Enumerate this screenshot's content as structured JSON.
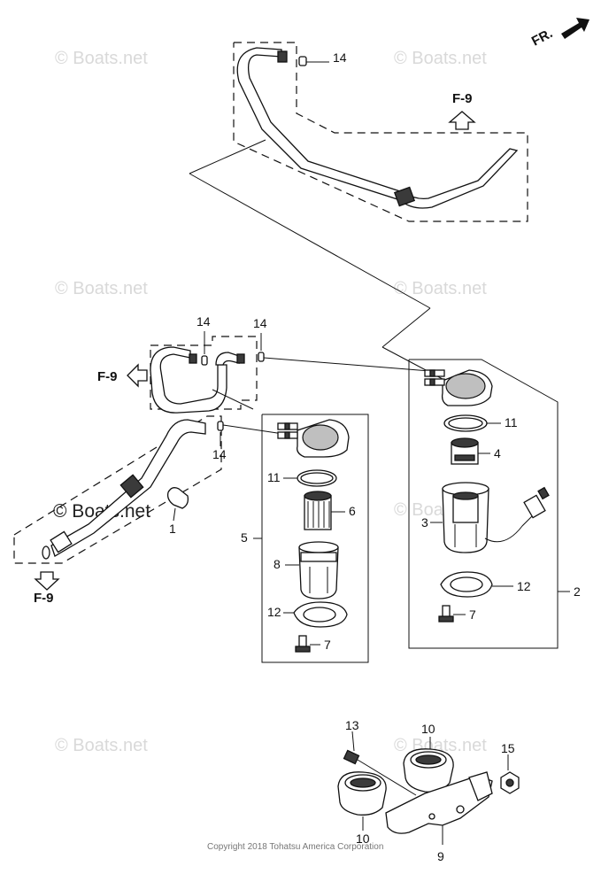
{
  "watermarks": [
    "© Boats.net",
    "© Boats.net",
    "© Boats.net",
    "© Boats.net",
    "© Boats.net",
    "© Boats.net",
    "© Boats.net",
    "© Boats.net"
  ],
  "front_marker": {
    "label": "FR."
  },
  "reference_arrows": [
    {
      "label": "F-9"
    },
    {
      "label": "F-9"
    },
    {
      "label": "F-9"
    }
  ],
  "callouts": {
    "c1": "1",
    "c2": "2",
    "c3": "3",
    "c4": "4",
    "c5": "5",
    "c6": "6",
    "c7a": "7",
    "c7b": "7",
    "c8": "8",
    "c9": "9",
    "c10a": "10",
    "c10b": "10",
    "c11a": "11",
    "c11b": "11",
    "c12a": "12",
    "c12b": "12",
    "c13": "13",
    "c14a": "14",
    "c14b": "14",
    "c14c": "14",
    "c14d": "14",
    "c15": "15"
  },
  "copyright": "Copyright 2018 Tohatsu America Corporation"
}
